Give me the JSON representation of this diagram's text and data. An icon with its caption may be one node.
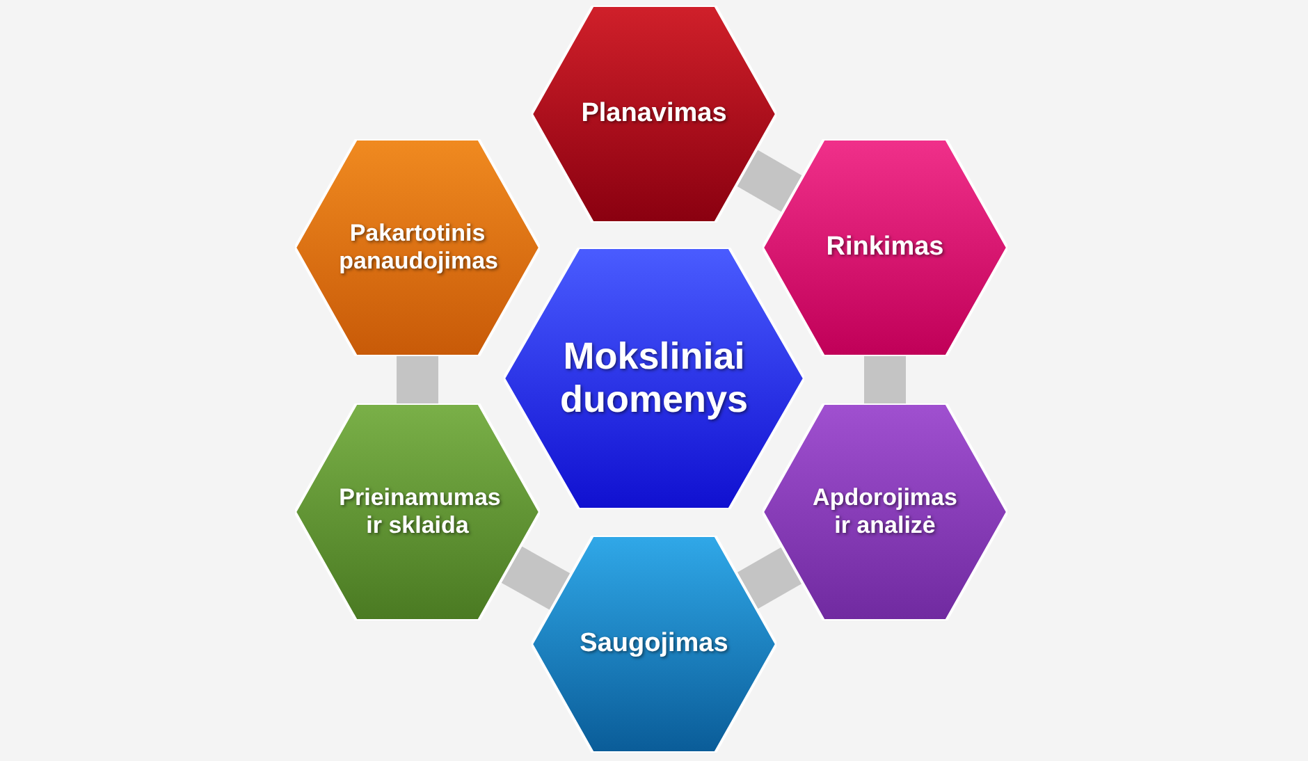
{
  "diagram": {
    "nodes": [
      {
        "text": [
          "Moksliniai duomenys"
        ]
      },
      {
        "text": [
          "Planavimas"
        ]
      },
      {
        "text": [
          "Rinkimas"
        ]
      },
      {
        "text": [
          "Apdorojimas ir analizė"
        ]
      },
      {
        "text": [
          "Saugojimas"
        ]
      },
      {
        "text": [
          "Prieinamumas ir sklaida"
        ]
      },
      {
        "text": [
          "Pakartotinis panaudojimas"
        ]
      }
    ],
    "edges": [
      {
        "from": 1,
        "to": 2,
        "arrow": "none"
      },
      {
        "from": 2,
        "to": 3,
        "arrow": "none"
      },
      {
        "from": 3,
        "to": 4,
        "arrow": "none"
      },
      {
        "from": 4,
        "to": 5,
        "arrow": "none"
      },
      {
        "from": 5,
        "to": 6,
        "arrow": "none"
      }
    ]
  }
}
